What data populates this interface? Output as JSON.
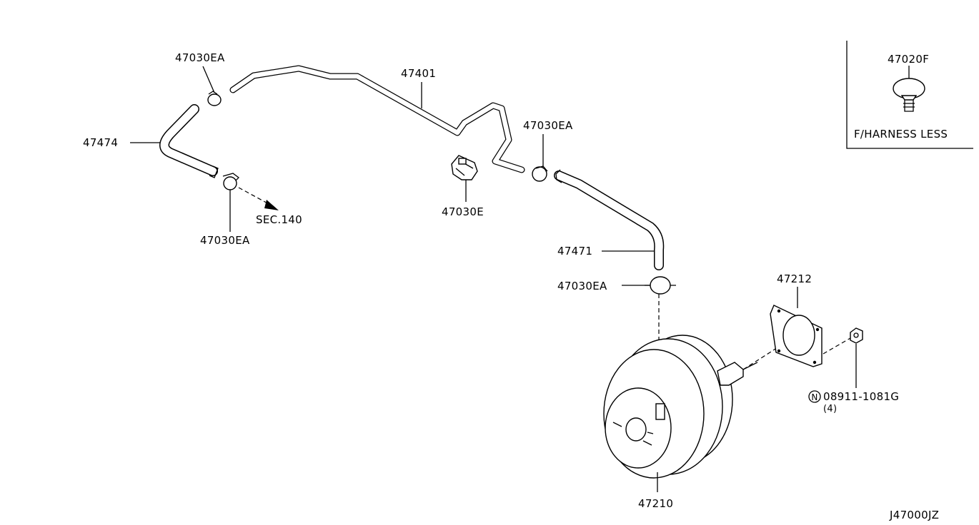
{
  "labels": {
    "clip_top_left": "47030EA",
    "hose_left": "47474",
    "clip_bottom_left": "47030EA",
    "sec_ref": "SEC.140",
    "tube": "47401",
    "clamp_e": "47030E",
    "clip_mid_right": "47030EA",
    "hose_right": "47471",
    "clip_lower_right": "47030EA",
    "gasket": "47212",
    "booster": "47210",
    "nut_part": "08911-1081G",
    "nut_qty": "(4)",
    "nut_symbol": "N",
    "inset_part": "47020F",
    "inset_note": "F/HARNESS LESS",
    "diagram_code": "J47000JZ"
  }
}
